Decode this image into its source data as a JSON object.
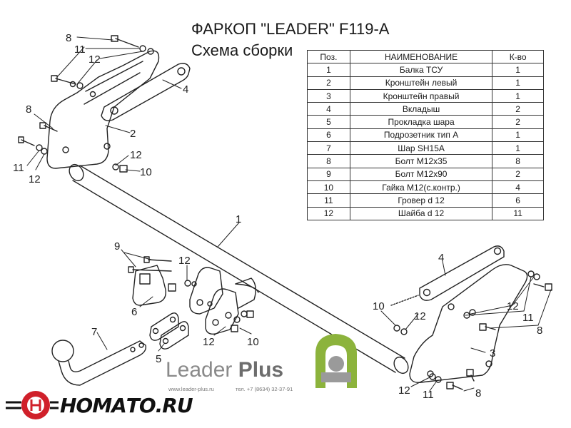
{
  "header": {
    "title": "ФАРКОП \"LEADER\" F119-A",
    "subtitle": "Схема сборки"
  },
  "parts_table": {
    "columns": [
      "Поз.",
      "НАИМЕНОВАНИЕ",
      "К-во"
    ],
    "rows": [
      [
        "1",
        "Балка ТСУ",
        "1"
      ],
      [
        "2",
        "Кронштейн левый",
        "1"
      ],
      [
        "3",
        "Кронштейн правый",
        "1"
      ],
      [
        "4",
        "Вкладыш",
        "2"
      ],
      [
        "5",
        "Прокладка шара",
        "2"
      ],
      [
        "6",
        "Подрозетник тип А",
        "1"
      ],
      [
        "7",
        "Шар SH15A",
        "1"
      ],
      [
        "8",
        "Болт М12х35",
        "8"
      ],
      [
        "9",
        "Болт М12х90",
        "2"
      ],
      [
        "10",
        "Гайка М12(с.контр.)",
        "4"
      ],
      [
        "11",
        "Гровер d 12",
        "6"
      ],
      [
        "12",
        "Шайба d 12",
        "11"
      ]
    ]
  },
  "callouts": [
    "1",
    "2",
    "3",
    "4",
    "4",
    "5",
    "6",
    "7",
    "8",
    "8",
    "8",
    "8",
    "9",
    "10",
    "10",
    "11",
    "11",
    "11",
    "11",
    "12",
    "12",
    "12",
    "12",
    "12",
    "12",
    "12"
  ],
  "brand": {
    "name_light": "Leader",
    "name_bold": "Plus",
    "website": "www.leader-plus.ru",
    "phone": "тел. +7 (8634) 32-37-91"
  },
  "watermark": {
    "text": "НОМАТО.RU",
    "accent_color": "#d0202a"
  },
  "colors": {
    "line": "#222222",
    "logo_green": "#8cb33c",
    "logo_gray": "#9a9a9a"
  }
}
